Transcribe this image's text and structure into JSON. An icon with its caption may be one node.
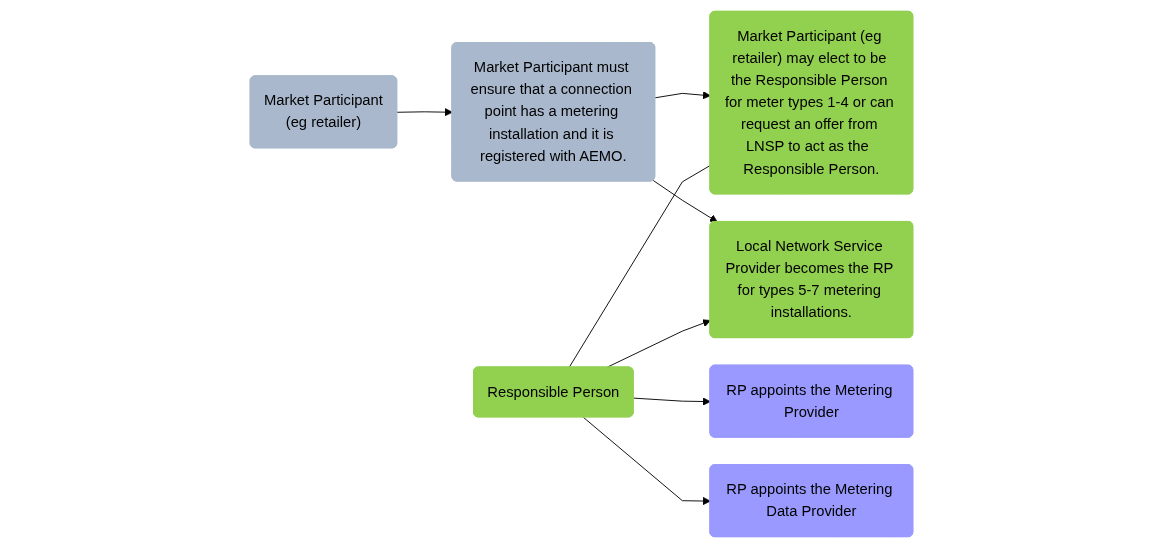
{
  "diagram": {
    "nodes": [
      {
        "text": [
          "Market Participant",
          "(eg retailer)"
        ]
      },
      {
        "text": [
          "Market Participant must ensure that a connection point has a metering installation and it is registered with AEMO."
        ]
      },
      {
        "text": [
          "Market Participant (eg retailer) may elect to be the Responsible Person for meter types 1-4 or can request an offer from LNSP to act as the  Responsible Person."
        ]
      },
      {
        "text": [
          "Local Network Service Provider becomes the RP for types 5-7 metering installations."
        ]
      },
      {
        "text": [
          "Responsible Person"
        ]
      },
      {
        "text": [
          "RP appoints the Metering Provider"
        ]
      },
      {
        "text": [
          "RP appoints the Metering Data Provider"
        ]
      }
    ],
    "edges": [
      {
        "from": 0,
        "to": 1,
        "arrow": "to"
      },
      {
        "from": 1,
        "to": 2,
        "arrow": "to"
      },
      {
        "from": 1,
        "to": 3,
        "arrow": "to"
      },
      {
        "from": 4,
        "to": 2,
        "arrow": "none"
      },
      {
        "from": 4,
        "to": 3,
        "arrow": "to"
      },
      {
        "from": 4,
        "to": 5,
        "arrow": "to"
      },
      {
        "from": 4,
        "to": 6,
        "arrow": "to"
      }
    ]
  }
}
